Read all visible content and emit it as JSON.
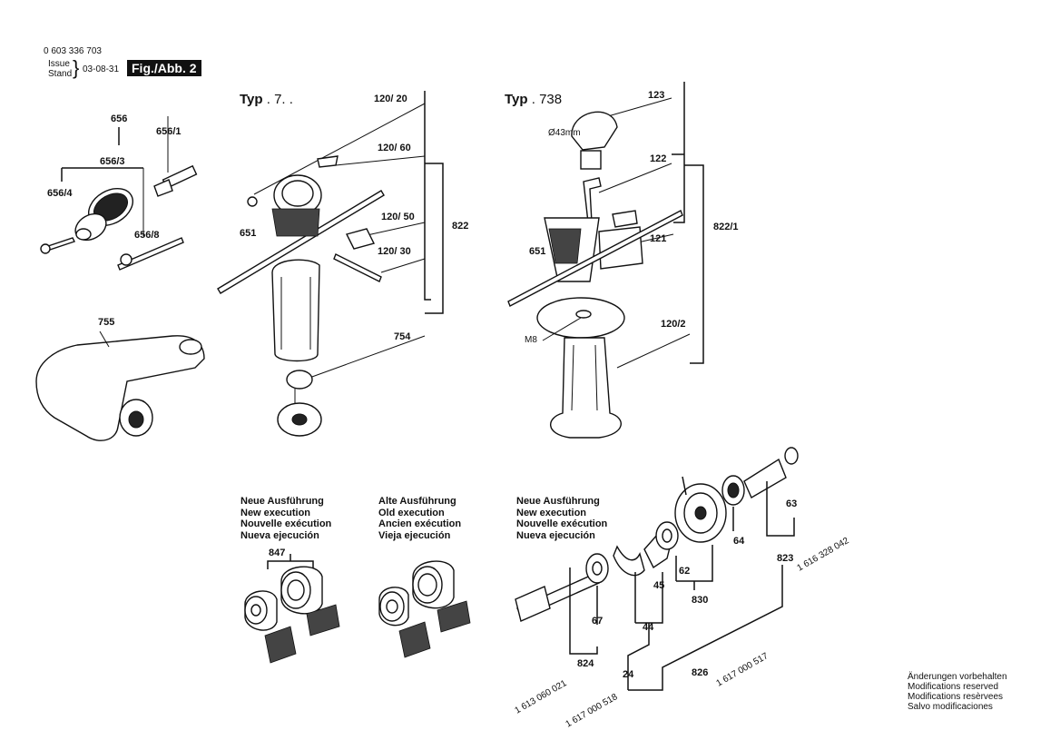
{
  "header": {
    "doc_number": "0 603 336 703",
    "issue": "Issue",
    "stand": "Stand",
    "date": "03-08-31",
    "figure": "Fig./Abb. 2"
  },
  "section_left": {
    "title_typ": "Typ",
    "title_num": ". 7. ."
  },
  "section_right": {
    "title_typ": "Typ",
    "title_num": ". 738"
  },
  "labels": {
    "l656": "656",
    "l656_1": "656/1",
    "l656_3": "656/3",
    "l656_4": "656/4",
    "l656_8": "656/8",
    "l755": "755",
    "l120_20": "120/ 20",
    "l120_60": "120/ 60",
    "l120_50": "120/ 50",
    "l120_30": "120/ 30",
    "l822": "822",
    "l651a": "651",
    "l754": "754",
    "l123": "123",
    "l43mm": "Ø43mm",
    "l122": "122",
    "l121": "121",
    "l822_1": "822/1",
    "l651b": "651",
    "lM8": "M8",
    "l120_2": "120/2",
    "l847": "847",
    "l67": "67",
    "l824": "824",
    "l44": "44",
    "l45": "45",
    "l62": "62",
    "l830": "830",
    "l64": "64",
    "l63": "63",
    "l823": "823",
    "l24": "24",
    "l826": "826"
  },
  "rotated_labels": {
    "r1": "1 616 328 042",
    "r2": "1 613 060 021",
    "r3": "1 617 000 518",
    "r4": "1 617 000 517"
  },
  "blocks": {
    "new_left": [
      "Neue Ausführung",
      "New execution",
      "Nouvelle exécution",
      "Nueva ejecución"
    ],
    "old": [
      "Alte Ausführung",
      "Old execution",
      "Ancien exécution",
      "Vieja ejecución"
    ],
    "new_right": [
      "Neue Ausführung",
      "New execution",
      "Nouvelle exécution",
      "Nueva ejecución"
    ]
  },
  "footer": [
    "Änderungen vorbehalten",
    "Modifications reserved",
    "Modifications resèrvees",
    "Salvo modificaciones"
  ]
}
